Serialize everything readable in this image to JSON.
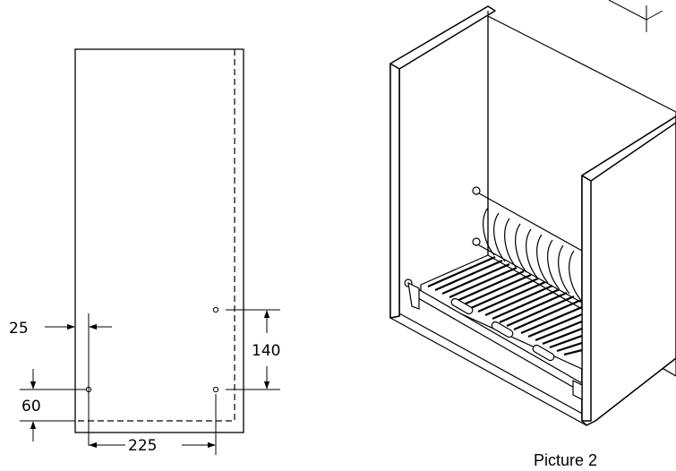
{
  "left_drawing": {
    "dimensions": {
      "hole_offset": "25",
      "bottom_offset": "60",
      "hole_vertical_spacing": "140",
      "hole_horizontal_spacing": "225"
    }
  },
  "right_drawing": {
    "caption": "Picture 2"
  }
}
